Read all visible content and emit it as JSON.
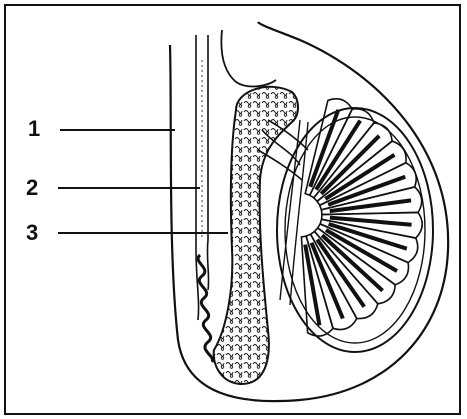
{
  "diagram": {
    "labels": [
      {
        "id": "1",
        "text": "1"
      },
      {
        "id": "2",
        "text": "2"
      },
      {
        "id": "3",
        "text": "3"
      }
    ],
    "colors": {
      "ink": "#111111",
      "background": "#ffffff"
    }
  }
}
